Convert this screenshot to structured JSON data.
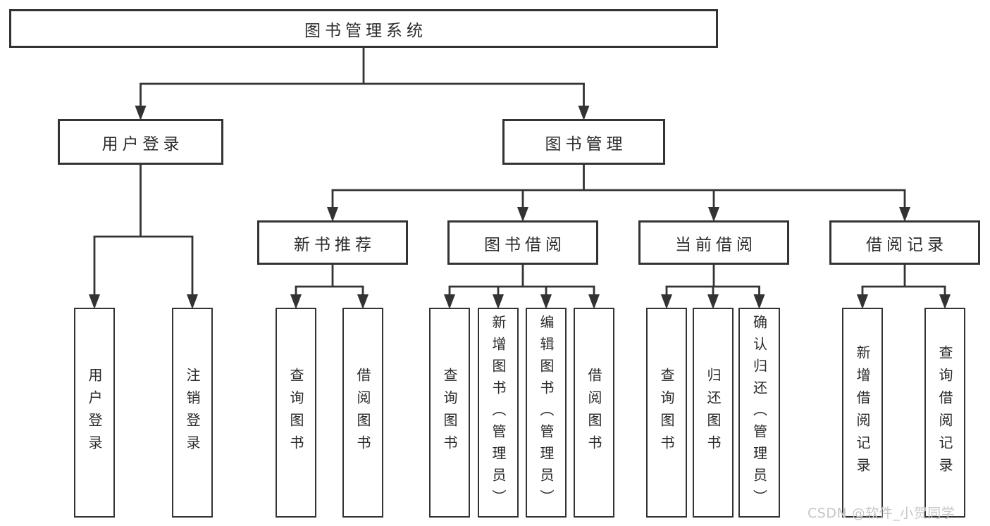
{
  "diagram": {
    "colors": {
      "line": "#333333",
      "text": "#2b2b2b",
      "watermark": "#c6c6c6",
      "background": "#ffffff"
    },
    "watermark": {
      "text": "CSDN @软件_小贺同学"
    },
    "nodes": [
      {
        "id": "root",
        "label": "图书管理系统",
        "orientation": "horizontal"
      },
      {
        "id": "user-login-group",
        "label": "用户登录",
        "orientation": "horizontal"
      },
      {
        "id": "book-mgmt",
        "label": "图书管理",
        "orientation": "horizontal"
      },
      {
        "id": "new-book-rec",
        "label": "新书推荐",
        "orientation": "horizontal"
      },
      {
        "id": "book-borrow",
        "label": "图书借阅",
        "orientation": "horizontal"
      },
      {
        "id": "current-borrow",
        "label": "当前借阅",
        "orientation": "horizontal"
      },
      {
        "id": "borrow-record",
        "label": "借阅记录",
        "orientation": "horizontal"
      },
      {
        "id": "leaf-user-login",
        "label": "用户登录",
        "orientation": "vertical"
      },
      {
        "id": "leaf-logout",
        "label": "注销登录",
        "orientation": "vertical"
      },
      {
        "id": "leaf-query-book-1",
        "label": "查询图书",
        "orientation": "vertical"
      },
      {
        "id": "leaf-borrow-book-1",
        "label": "借阅图书",
        "orientation": "vertical"
      },
      {
        "id": "leaf-query-book-2",
        "label": "查询图书",
        "orientation": "vertical"
      },
      {
        "id": "leaf-add-book",
        "label": "新增图书（管理员）",
        "orientation": "vertical"
      },
      {
        "id": "leaf-edit-book",
        "label": "编辑图书（管理员）",
        "orientation": "vertical"
      },
      {
        "id": "leaf-borrow-book-2",
        "label": "借阅图书",
        "orientation": "vertical"
      },
      {
        "id": "leaf-query-book-3",
        "label": "查询图书",
        "orientation": "vertical"
      },
      {
        "id": "leaf-return-book",
        "label": "归还图书",
        "orientation": "vertical"
      },
      {
        "id": "leaf-confirm-return",
        "label": "确认归还（管理员）",
        "orientation": "vertical"
      },
      {
        "id": "leaf-add-borrow-record",
        "label": "新增借阅记录",
        "orientation": "vertical"
      },
      {
        "id": "leaf-query-borrow-record",
        "label": "查询借阅记录",
        "orientation": "vertical"
      }
    ],
    "edges": [
      {
        "from": "root",
        "to": [
          "user-login-group",
          "book-mgmt"
        ]
      },
      {
        "from": "user-login-group",
        "to": [
          "leaf-user-login",
          "leaf-logout"
        ]
      },
      {
        "from": "book-mgmt",
        "to": [
          "new-book-rec",
          "book-borrow",
          "current-borrow",
          "borrow-record"
        ]
      },
      {
        "from": "new-book-rec",
        "to": [
          "leaf-query-book-1",
          "leaf-borrow-book-1"
        ]
      },
      {
        "from": "book-borrow",
        "to": [
          "leaf-query-book-2",
          "leaf-add-book",
          "leaf-edit-book",
          "leaf-borrow-book-2"
        ]
      },
      {
        "from": "current-borrow",
        "to": [
          "leaf-query-book-3",
          "leaf-return-book",
          "leaf-confirm-return"
        ]
      },
      {
        "from": "borrow-record",
        "to": [
          "leaf-add-borrow-record",
          "leaf-query-borrow-record"
        ]
      }
    ]
  }
}
